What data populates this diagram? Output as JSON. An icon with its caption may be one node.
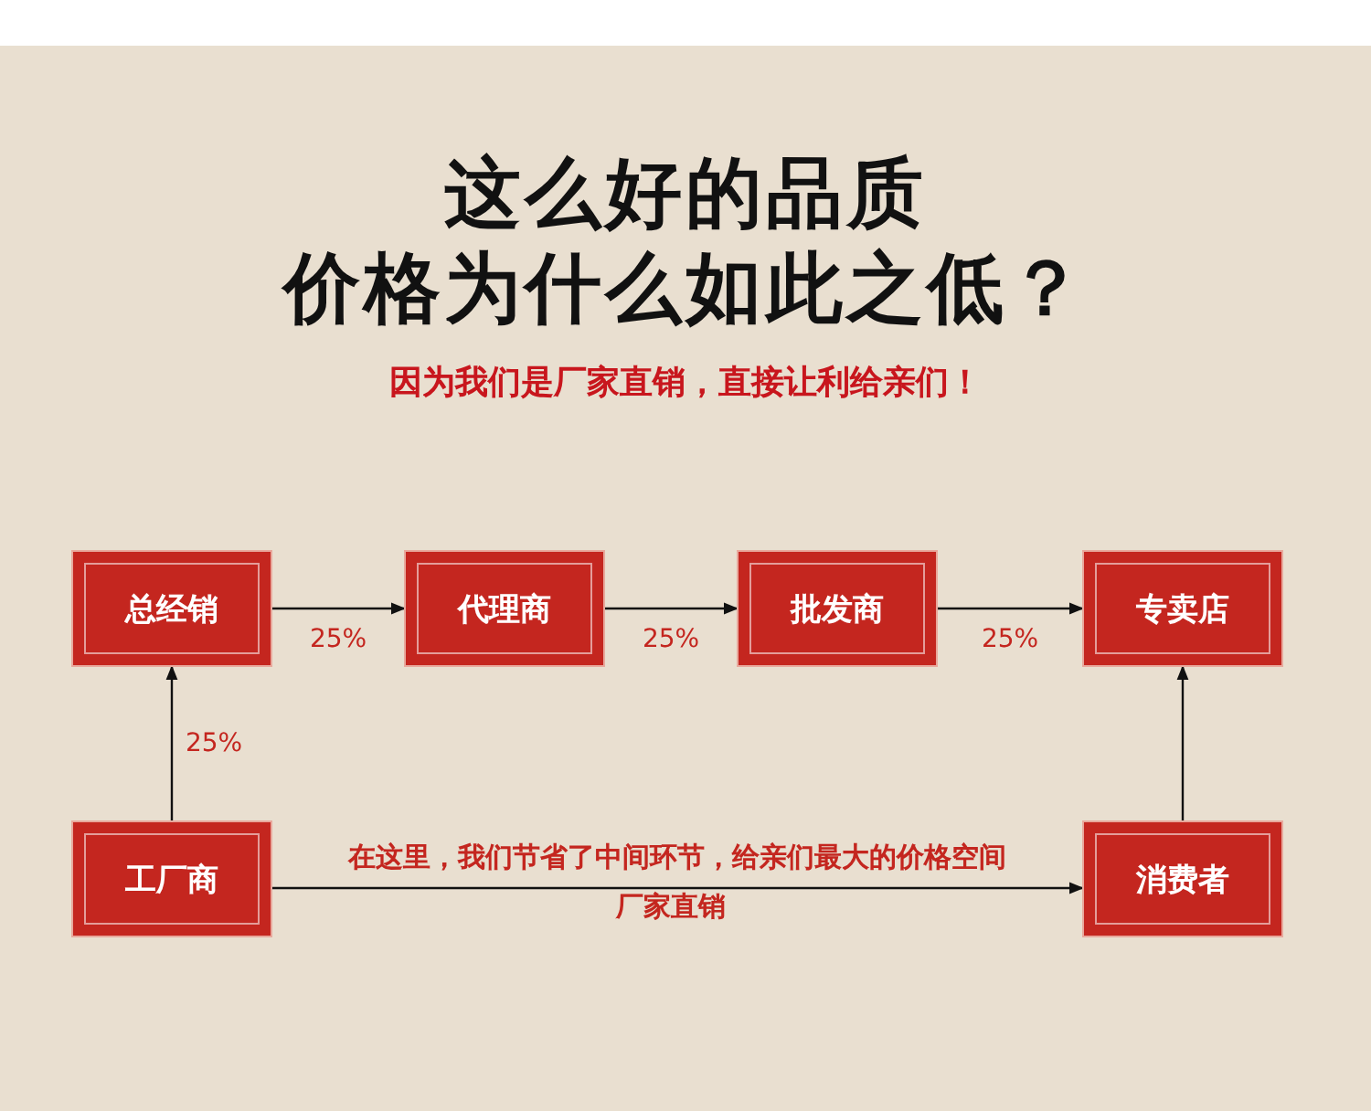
{
  "diagram": {
    "title": "这么好的品质价格为什么如此之低？",
    "nodes": [
      {
        "text": [
          "总经销"
        ]
      },
      {
        "text": [
          "代理商"
        ]
      },
      {
        "text": [
          "批发商"
        ]
      },
      {
        "text": [
          "专卖店"
        ]
      },
      {
        "text": [
          "工厂商"
        ]
      },
      {
        "text": [
          "消费者"
        ]
      }
    ],
    "edges": [
      {
        "from": 0,
        "to": 1,
        "arrow": "to",
        "label": "25%"
      },
      {
        "from": 1,
        "to": 2,
        "arrow": "to",
        "label": "25%"
      },
      {
        "from": 2,
        "to": 3,
        "arrow": "to",
        "label": "25%"
      },
      {
        "from": 4,
        "to": 0,
        "arrow": "to",
        "label": "25%"
      },
      {
        "from": 4,
        "to": 5,
        "arrow": "to",
        "label": "在这里，我们节省了中间环节，给亲们最大的价格空间"
      },
      {
        "from": 5,
        "to": 3,
        "arrow": "to"
      }
    ],
    "labels": [
      "因为我们是厂家直销，直接让利给亲们！",
      "厂家直销"
    ]
  }
}
